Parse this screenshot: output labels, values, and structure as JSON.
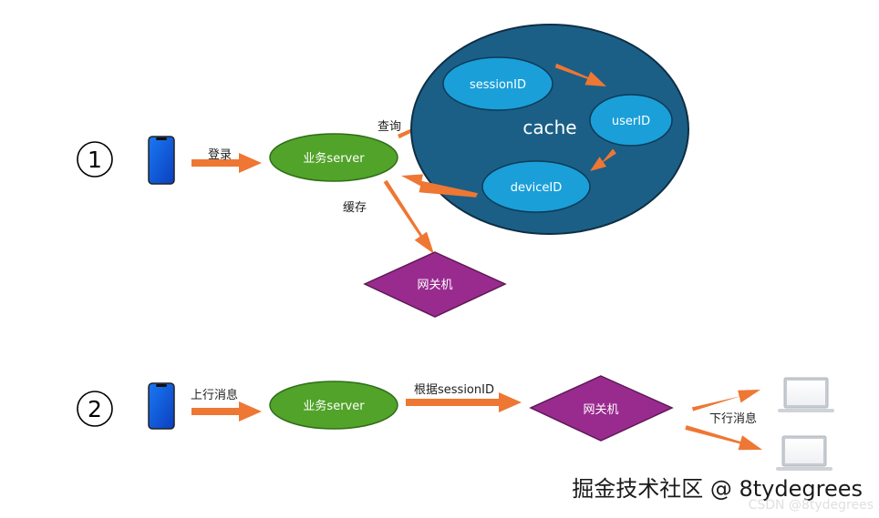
{
  "step1": {
    "number": "1",
    "login_label": "登录",
    "query_label": "查询",
    "cache_save_label": "缓存",
    "server_label": "业务server",
    "gateway_label": "网关机"
  },
  "cache": {
    "title": "cache",
    "session_id": "sessionID",
    "user_id": "userID",
    "device_id": "deviceID"
  },
  "step2": {
    "number": "2",
    "uplink_label": "上行消息",
    "route_label": "根据sessionID",
    "server_label": "业务server",
    "gateway_label": "网关机",
    "downlink_label": "下行消息"
  },
  "watermark": {
    "main": "掘金技术社区 @ 8tydegrees",
    "sub": "CSDN @8tydegrees"
  },
  "colors": {
    "arrow": "#ee7733",
    "server_fill": "#52a32a",
    "gateway_fill": "#992b8f",
    "cache_fill": "#1b5f86",
    "cache_node_fill": "#1a9fd9",
    "phone_fill": "#1560e3"
  }
}
